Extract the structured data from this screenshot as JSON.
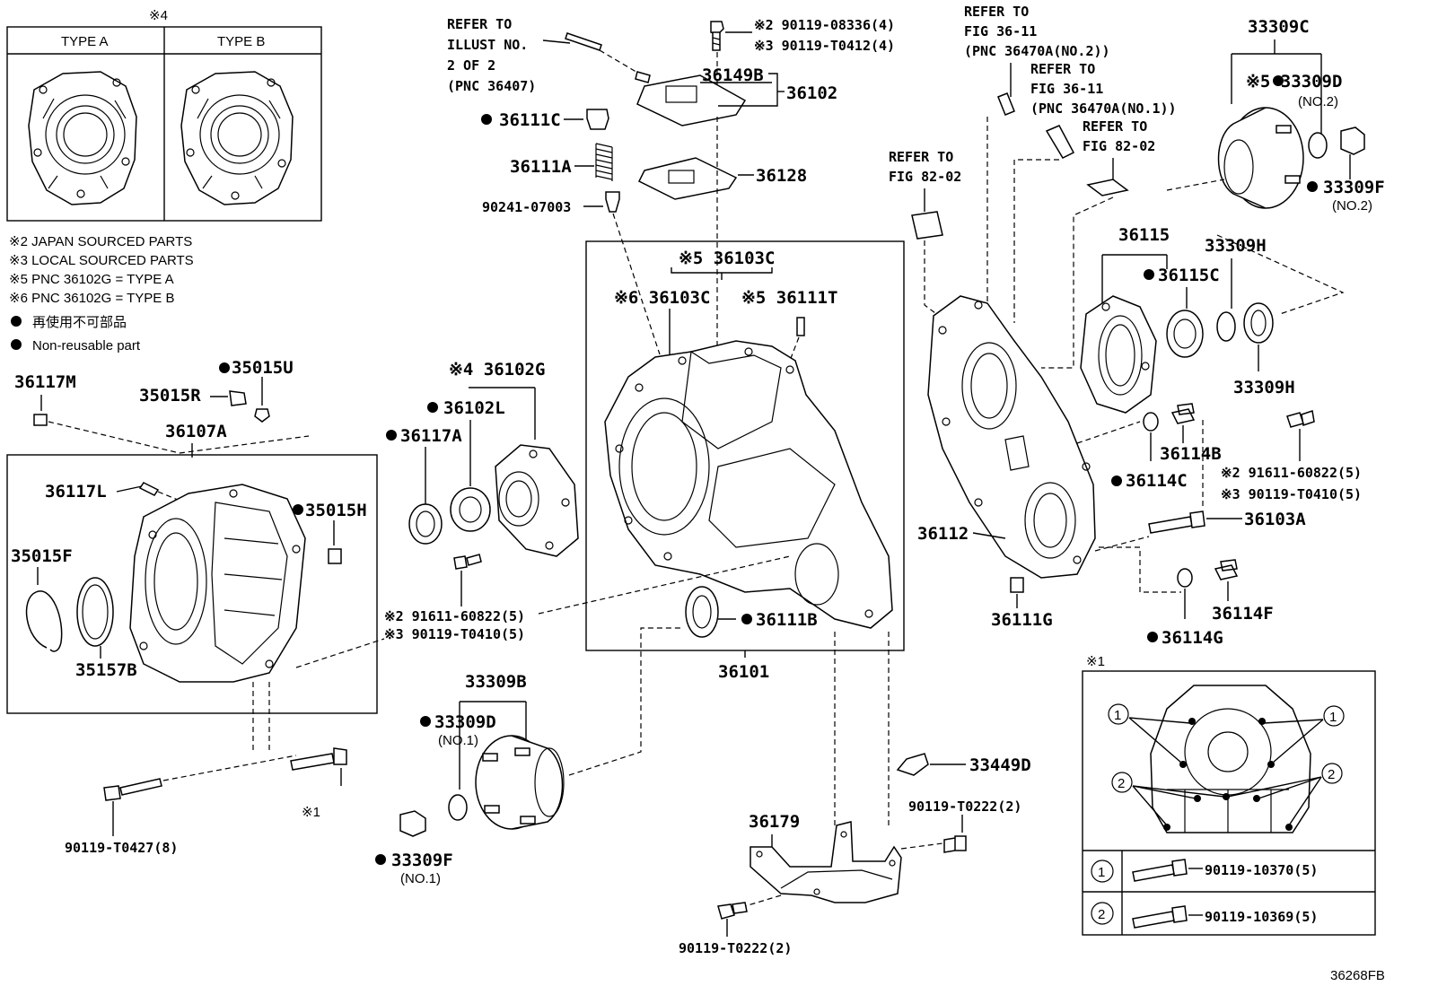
{
  "ref_code": "36268FB",
  "legend": {
    "type_note": "※4",
    "type_a": "TYPE A",
    "type_b": "TYPE B",
    "notes": [
      "※2 JAPAN SOURCED PARTS",
      "※3 LOCAL SOURCED PARTS",
      "※5 PNC 36102G = TYPE A",
      "※6 PNC 36102G = TYPE B",
      "再使用不可部品",
      "Non-reusable part"
    ]
  },
  "refers": {
    "illust": [
      "REFER TO",
      "ILLUST NO.",
      "2 OF 2",
      "(PNC 36407)"
    ],
    "fig3611_no2": [
      "REFER TO",
      "FIG 36-11",
      "(PNC 36470A(NO.2))"
    ],
    "fig3611_no1": [
      "REFER TO",
      "FIG 36-11",
      "(PNC 36470A(NO.1))"
    ],
    "fig8202_a": [
      "REFER TO",
      "FIG 82-02"
    ],
    "fig8202_b": [
      "REFER TO",
      "FIG 82-02"
    ]
  },
  "labels": {
    "p90119_08336": "※2 90119-08336(4)",
    "p90119_t0412": "※3 90119-T0412(4)",
    "p36149b": "36149B",
    "p36102": "36102",
    "p36111c": "36111C",
    "p36111a": "36111A",
    "p36128": "36128",
    "p90241": "90241-07003",
    "p36103c_top": "※5 36103C",
    "p36103c_6": "※6 36103C",
    "p36111t": "※5 36111T",
    "p36102g": "※4 36102G",
    "p36102l": "36102L",
    "p36117a": "36117A",
    "p91611_l": "※2 91611-60822(5)",
    "p90119_t0410_l": "※3 90119-T0410(5)",
    "p36111b": "36111B",
    "p36101": "36101",
    "p35015u": "35015U",
    "p35015r": "35015R",
    "p36117m": "36117M",
    "p36107a": "36107A",
    "p36117l": "36117L",
    "p35015h": "35015H",
    "p35015f": "35015F",
    "p35157b": "35157B",
    "p90119_t0427": "90119-T0427(8)",
    "p_star1": "※1",
    "p33309b": "33309B",
    "p33309d_no1": "33309D",
    "no1_a": "(NO.1)",
    "p33309f_no1": "33309F",
    "no1_b": "(NO.1)",
    "p36179": "36179",
    "p90119_t0222_a": "90119-T0222(2)",
    "p90119_t0222_b": "90119-T0222(2)",
    "p33449d": "33449D",
    "p33309c": "33309C",
    "p33309d_no2": "※5 33309D",
    "no2_a": "(NO.2)",
    "p33309f_no2": "33309F",
    "no2_b": "(NO.2)",
    "p36115": "36115",
    "p36115c": "36115C",
    "p33309h_a": "33309H",
    "p33309h_b": "33309H",
    "p36114b": "36114B",
    "p36114c": "36114C",
    "p91611_r": "※2 91611-60822(5)",
    "p90119_t0410_r": "※3 90119-T0410(5)",
    "p36103a": "36103A",
    "p36112": "36112",
    "p36111g": "36111G",
    "p36114f": "36114F",
    "p36114g": "36114G",
    "inset_title": "※1",
    "callout_1": "1",
    "callout_2": "2",
    "inset_b1": "90119-10370(5)",
    "inset_b2": "90119-10369(5)"
  }
}
